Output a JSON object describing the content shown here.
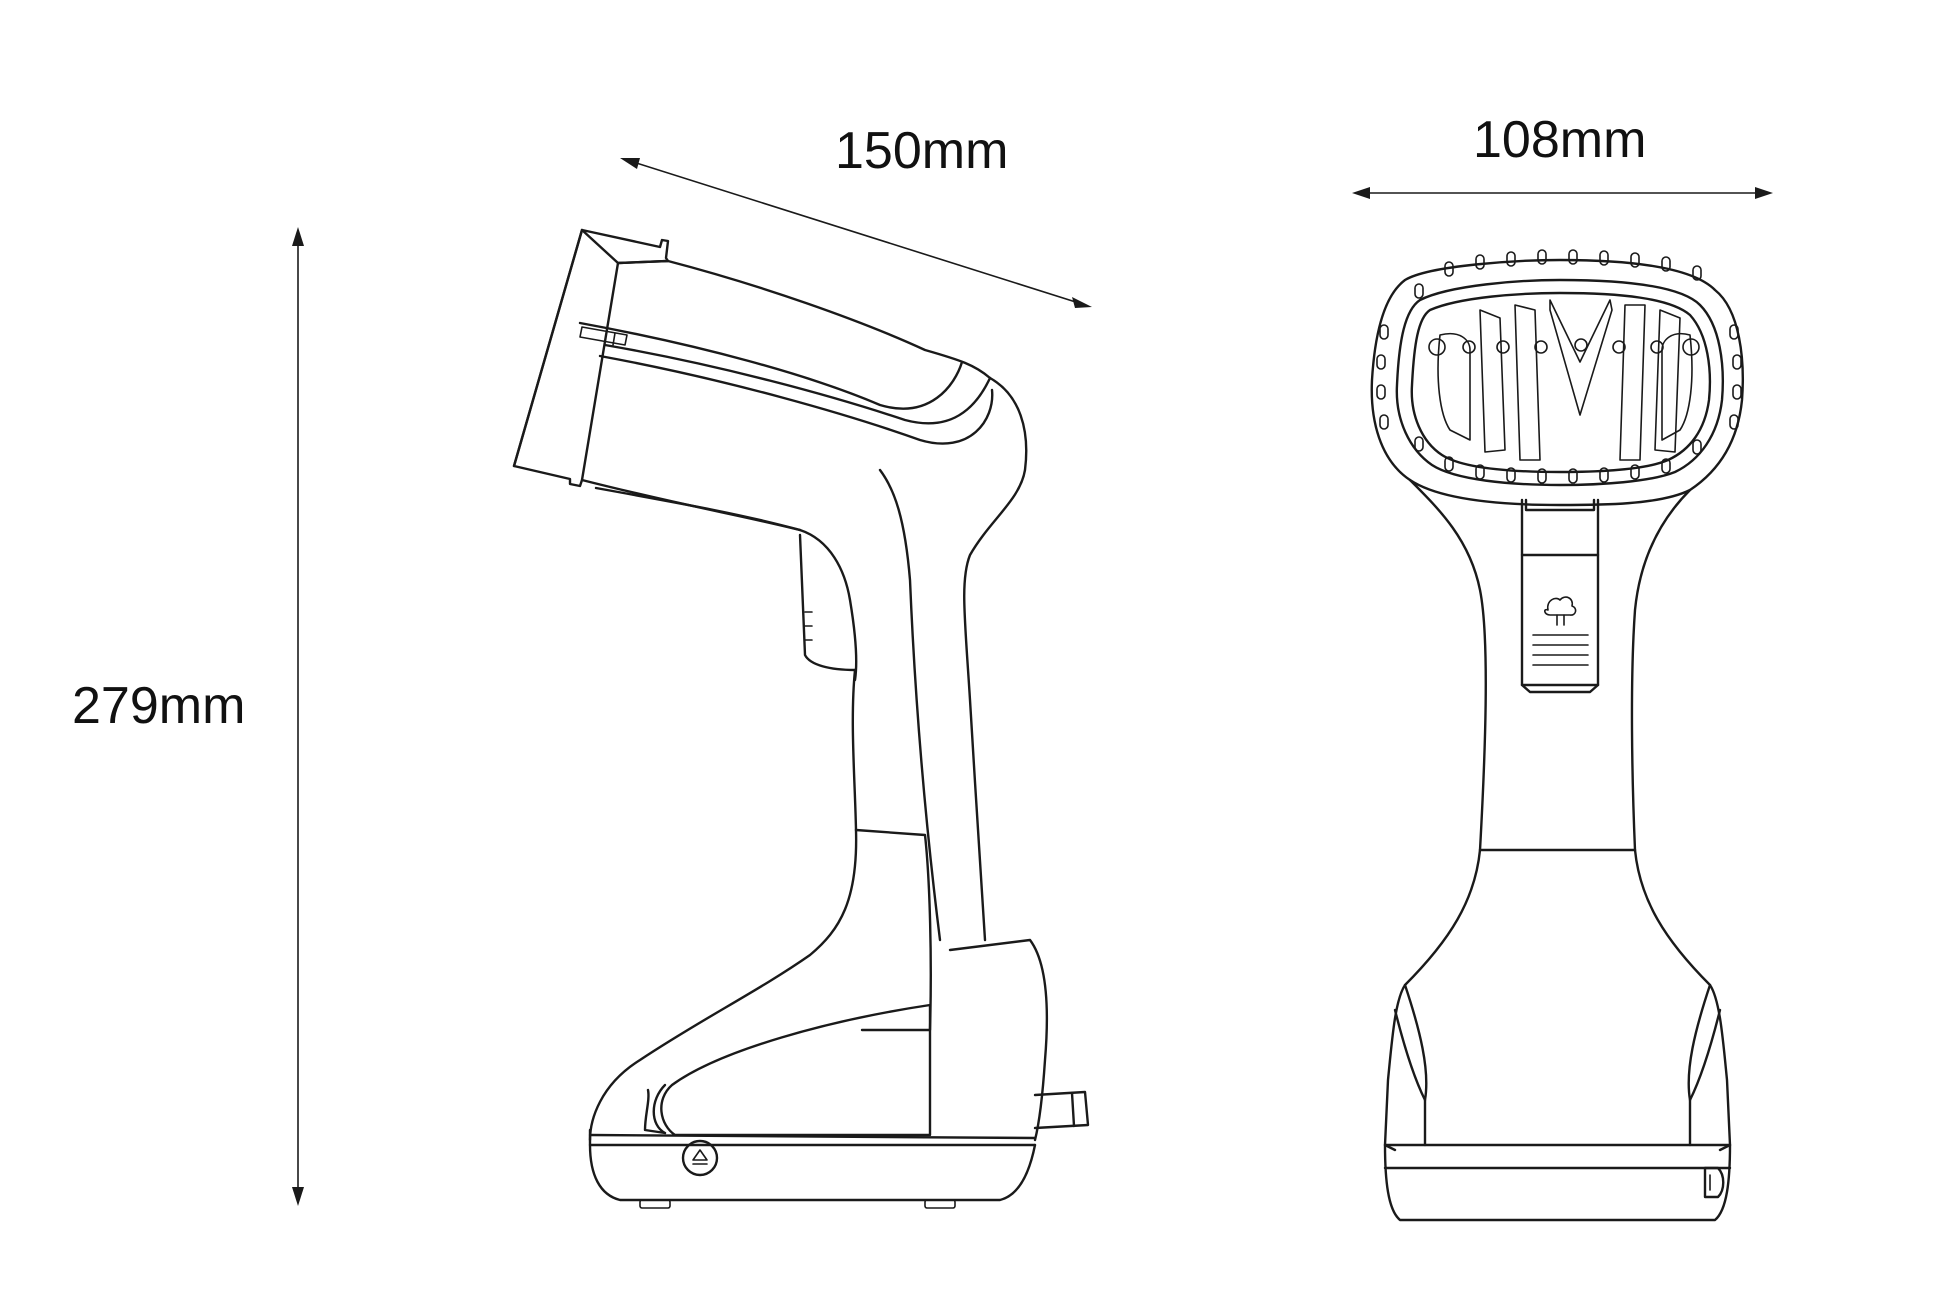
{
  "dimensions": {
    "height": "279mm",
    "depth": "150mm",
    "width": "108mm"
  },
  "colors": {
    "line": "#1a1a1a",
    "background": "#ffffff"
  },
  "icons": {
    "side_base_button": "eject-icon",
    "front_trigger": "steam-icon"
  }
}
